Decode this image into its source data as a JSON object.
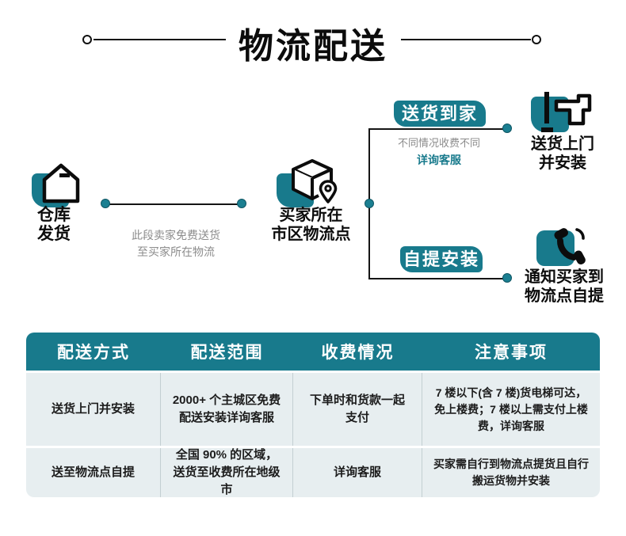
{
  "colors": {
    "accent_teal": "#187a8c",
    "gray_text": "#8c8c8c",
    "table_body_bg": "#e7eef0",
    "line_black": "#151515"
  },
  "title": {
    "text": "物流配送"
  },
  "flow": {
    "warehouse": {
      "label_line1": "仓库",
      "label_line2": "发货",
      "icon": "warehouse-house-icon"
    },
    "segment_note": {
      "line1": "此段卖家免费送货",
      "line2": "至买家所在物流"
    },
    "logistics_point": {
      "label_line1": "买家所在",
      "label_line2": "市区物流点",
      "icon": "box-location-icon"
    },
    "home_branch": {
      "badge": "送货到家",
      "note": "不同情况收费不同",
      "note_highlight": "详询客服",
      "node_label_line1": "送货上门",
      "node_label_line2": "并安装",
      "icon": "drill-icon"
    },
    "pickup_branch": {
      "badge": "自提安装",
      "node_label_line1": "通知买家到",
      "node_label_line2": "物流点自提",
      "icon": "phone-icon"
    }
  },
  "table": {
    "headers": [
      "配送方式",
      "配送范围",
      "收费情况",
      "注意事项"
    ],
    "rows": [
      [
        "送货上门并安装",
        "2000+ 个主城区免费配送安装详询客服",
        "下单时和货款一起支付",
        "7 楼以下(含 7 楼)货电梯可达，免上楼费；7 楼以上需支付上楼费，详询客服"
      ],
      [
        "送至物流点自提",
        "全国 90% 的区域，送货至收费所在地级市",
        "详询客服",
        "买家需自行到物流点提货且自行搬运货物并安装"
      ]
    ]
  }
}
